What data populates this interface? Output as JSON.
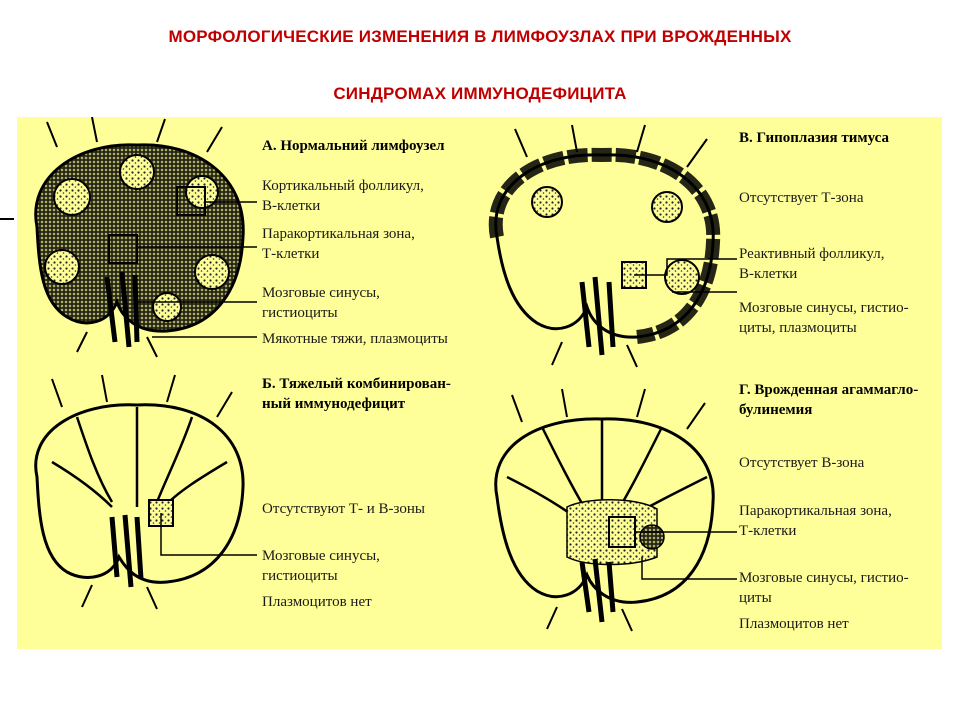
{
  "title": {
    "line1": "МОРФОЛОГИЧЕСКИЕ ИЗМЕНЕНИЯ В ЛИМФОУЗЛАХ ПРИ ВРОЖДЕННЫХ",
    "line2": "СИНДРОМАХ ИММУНОДЕФИЦИТА"
  },
  "colors": {
    "title": "#c00000",
    "panel": "#ffff99",
    "ink": "#1a1a1a"
  },
  "panels": {
    "a": {
      "heading": "А. Нормальний лимфоузел",
      "labels": [
        "Кортикальный фолликул,",
        "В-клетки",
        "Паракортикальная зона,",
        "Т-клетки",
        "Мозговые синусы,",
        "гистиоциты",
        "Мякотные тяжи, плазмоциты"
      ]
    },
    "b": {
      "heading1": "Б. Тяжелый комбинирован-",
      "heading2": "ный иммунодефицит",
      "labels": [
        "Отсутствуют Т- и В-зоны",
        "Мозговые синусы,",
        "гистиоциты",
        "Плазмоцитов нет"
      ]
    },
    "c": {
      "heading": "В. Гипоплазия тимуса",
      "labels": [
        "Отсутствует Т-зона",
        "Реактивный фолликул,",
        "В-клетки",
        "Мозговые синусы, гистио-",
        "циты, плазмоциты"
      ]
    },
    "d": {
      "heading1": "Г. Врожденная агаммагло-",
      "heading2": "булинемия",
      "labels": [
        "Отсутствует В-зона",
        "Паракортикальная зона,",
        "Т-клетки",
        "Мозговые синусы, гистио-",
        "циты",
        "Плазмоцитов нет"
      ]
    }
  }
}
